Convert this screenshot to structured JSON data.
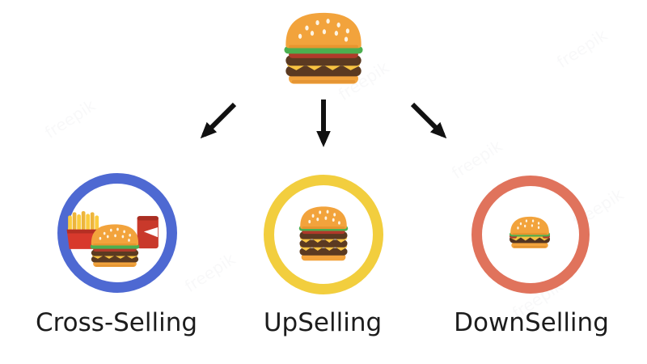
{
  "diagram": {
    "background": "#ffffff",
    "text_color": "#1c1c1c",
    "arrow_color": "#111111",
    "root": {
      "icon": "double-cheeseburger-icon",
      "description": "double cheeseburger with sesame bun, lettuce, tomato and cheese"
    },
    "branches": [
      {
        "id": "cross-selling",
        "label": "Cross-Selling",
        "ring_color": "#4E69D2",
        "icon": "burger-fries-drink-combo-icon",
        "items": [
          "french fries",
          "double cheeseburger",
          "soda can"
        ]
      },
      {
        "id": "upselling",
        "label": "UpSelling",
        "ring_color": "#F2CE3E",
        "icon": "triple-burger-icon",
        "items": [
          "triple cheeseburger"
        ]
      },
      {
        "id": "downselling",
        "label": "DownSelling",
        "ring_color": "#E0735C",
        "icon": "small-burger-icon",
        "items": [
          "small single cheeseburger"
        ]
      }
    ]
  },
  "watermark": {
    "text": "freepik"
  }
}
